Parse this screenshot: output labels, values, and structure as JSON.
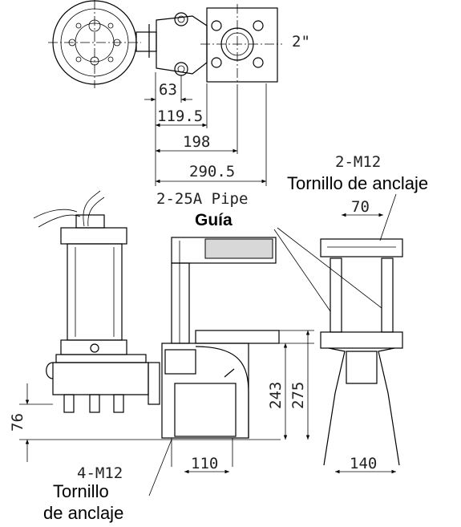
{
  "top_view": {
    "pipe_size": "2\"",
    "dims": [
      "63",
      "119.5",
      "198",
      "290.5"
    ]
  },
  "guide_pipe": "2-25A Pipe",
  "guide_label": "Guía",
  "right_bolts": {
    "spec": "2-M12",
    "name": "Tornillo de anclaje"
  },
  "right_dim": "70",
  "heights": {
    "h1": "243",
    "h2": "275",
    "h3": "76"
  },
  "bottom_dims": {
    "d1": "110",
    "d2": "140"
  },
  "left_bolts": {
    "spec": "4-M12",
    "line1": "Tornillo",
    "line2": "de anclaje"
  },
  "colors": {
    "line": "#000000",
    "hatch": "#d8d8d8"
  }
}
